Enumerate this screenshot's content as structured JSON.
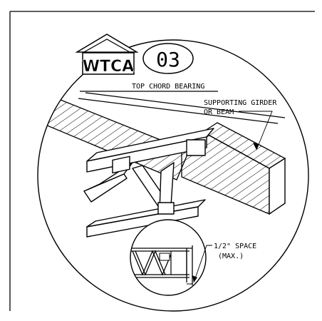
{
  "detail": {
    "logo_text": "WTCA",
    "number": "03",
    "title": "TOP CHORD BEARING",
    "callout_girder_line1": "SUPPORTING GIRDER",
    "callout_girder_line2": "OR BEAM",
    "callout_space_line1": "1/2\" SPACE",
    "callout_space_line2": "(MAX.)"
  },
  "colors": {
    "ink": "#000000",
    "paper": "#ffffff"
  }
}
